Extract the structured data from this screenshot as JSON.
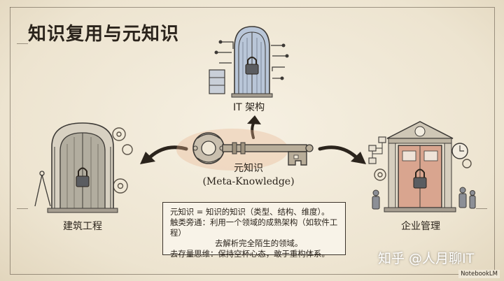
{
  "title": "知识复用与元知识",
  "nodes": {
    "top": "IT 架构",
    "left": "建筑工程",
    "right": "企业管理"
  },
  "key": {
    "name": "元知识",
    "english": "(Meta-Knowledge)"
  },
  "description": {
    "line1": "元知识 = 知识的知识（类型、结构、维度）。",
    "line2": "触类旁通：利用一个领域的成熟架构（如软件工程）",
    "line3": "去解析完全陌生的领域。",
    "line4": "去存量思维：保持空杯心态，敢于重构体系。"
  },
  "watermark": "知乎 @人月聊IT",
  "brand": "NotebookLM"
}
